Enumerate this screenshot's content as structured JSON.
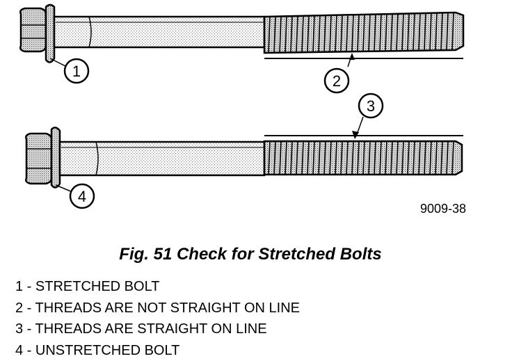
{
  "figure": {
    "callouts": [
      "1",
      "2",
      "3",
      "4"
    ],
    "code": "9009-38"
  },
  "caption": "Fig. 51 Check for Stretched Bolts",
  "legend": [
    "1 - STRETCHED BOLT",
    "2 - THREADS ARE NOT STRAIGHT ON LINE",
    "3 - THREADS ARE STRAIGHT ON LINE",
    "4 - UNSTRETCHED BOLT"
  ]
}
